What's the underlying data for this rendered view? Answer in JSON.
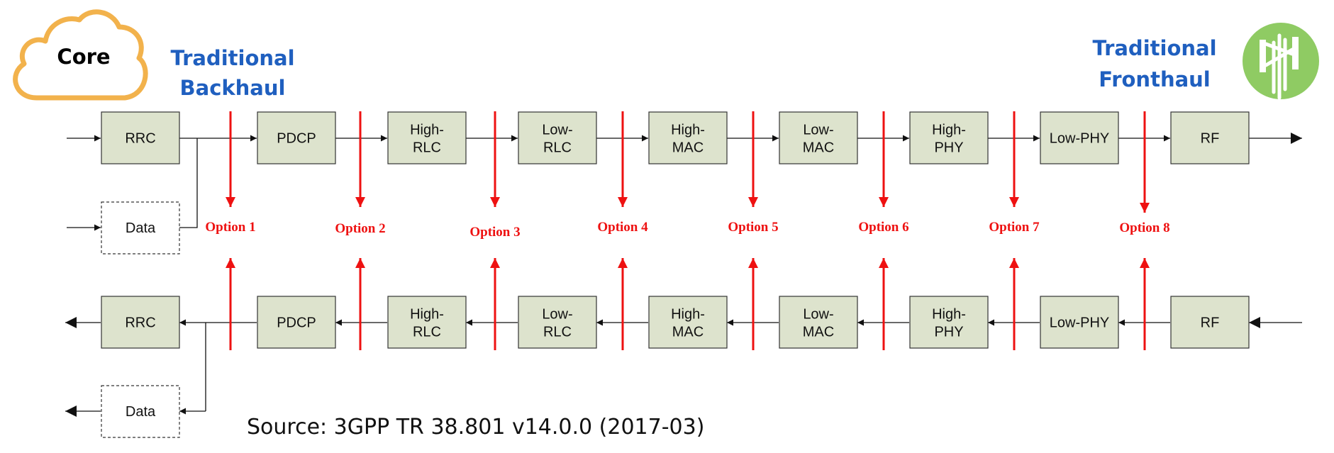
{
  "core_label": "Core",
  "backhaul_title": [
    "Traditional",
    "Backhaul"
  ],
  "fronthaul_title": [
    "Traditional",
    "Fronthaul"
  ],
  "source": "Source: 3GPP TR 38.801 v14.0.0 (2017-03)",
  "top_chain": [
    [
      "RRC"
    ],
    [
      "PDCP"
    ],
    [
      "High-",
      "RLC"
    ],
    [
      "Low-",
      "RLC"
    ],
    [
      "High-",
      "MAC"
    ],
    [
      "Low-",
      "MAC"
    ],
    [
      "High-",
      "PHY"
    ],
    [
      "Low-PHY"
    ],
    [
      "RF"
    ]
  ],
  "bottom_chain": [
    [
      "RRC"
    ],
    [
      "PDCP"
    ],
    [
      "High-",
      "RLC"
    ],
    [
      "Low-",
      "RLC"
    ],
    [
      "High-",
      "MAC"
    ],
    [
      "Low-",
      "MAC"
    ],
    [
      "High-",
      "PHY"
    ],
    [
      "Low-PHY"
    ],
    [
      "RF"
    ]
  ],
  "data_top": "Data",
  "data_bottom": "Data",
  "options": [
    "Option 1",
    "Option 2",
    "Option 3",
    "Option 4",
    "Option 5",
    "Option 6",
    "Option 7",
    "Option 8"
  ],
  "colors": {
    "box_fill": "#dde3cd",
    "box_stroke": "#333333",
    "split_arrow": "#ee1111",
    "title_blue": "#1f5fbf",
    "cloud_stroke": "#f2b24c",
    "antenna_bg": "#8fcb63"
  },
  "icons": [
    "cloud-icon",
    "antenna-tower-icon"
  ]
}
